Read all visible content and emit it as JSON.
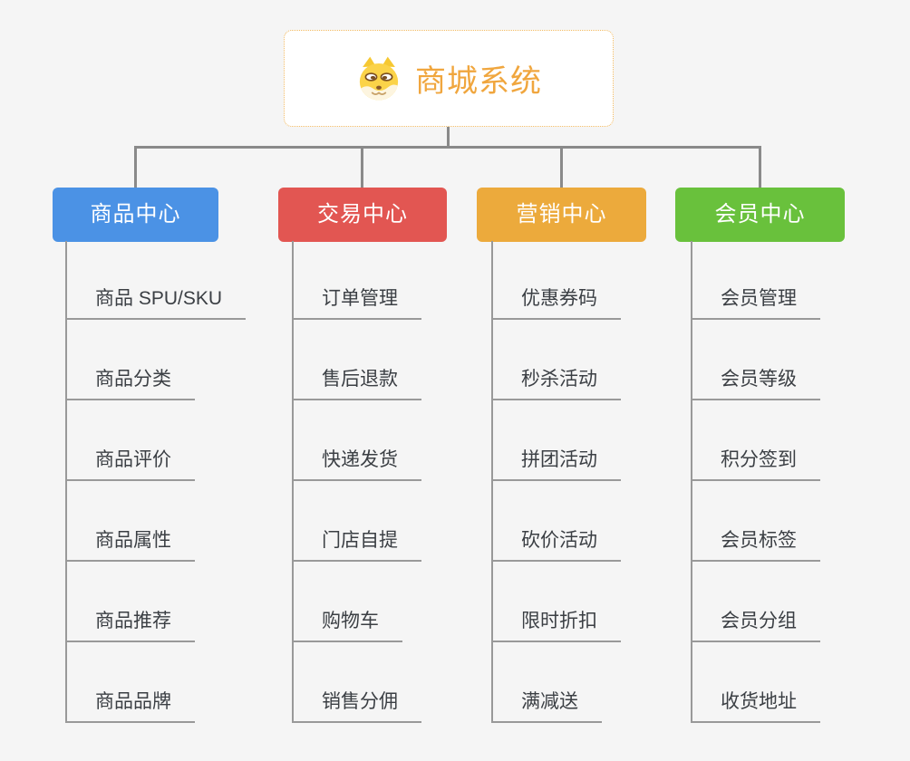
{
  "page": {
    "background": "#f5f5f5"
  },
  "connector_color": "#8a8a8a",
  "leaf_line_color": "#999999",
  "root": {
    "title": "商城系统",
    "title_color": "#f0a63e",
    "border_color": "#f2ba61",
    "icon": "doge-icon"
  },
  "branches": [
    {
      "label": "商品中心",
      "color": "#4b92e5",
      "children": [
        "商品 SPU/SKU",
        "商品分类",
        "商品评价",
        "商品属性",
        "商品推荐",
        "商品品牌"
      ]
    },
    {
      "label": "交易中心",
      "color": "#e25652",
      "children": [
        "订单管理",
        "售后退款",
        "快递发货",
        "门店自提",
        "购物车",
        "销售分佣"
      ]
    },
    {
      "label": "营销中心",
      "color": "#ecaa3c",
      "children": [
        "优惠券码",
        "秒杀活动",
        "拼团活动",
        "砍价活动",
        "限时折扣",
        "满减送"
      ]
    },
    {
      "label": "会员中心",
      "color": "#69c13c",
      "children": [
        "会员管理",
        "会员等级",
        "积分签到",
        "会员标签",
        "会员分组",
        "收货地址"
      ]
    }
  ]
}
